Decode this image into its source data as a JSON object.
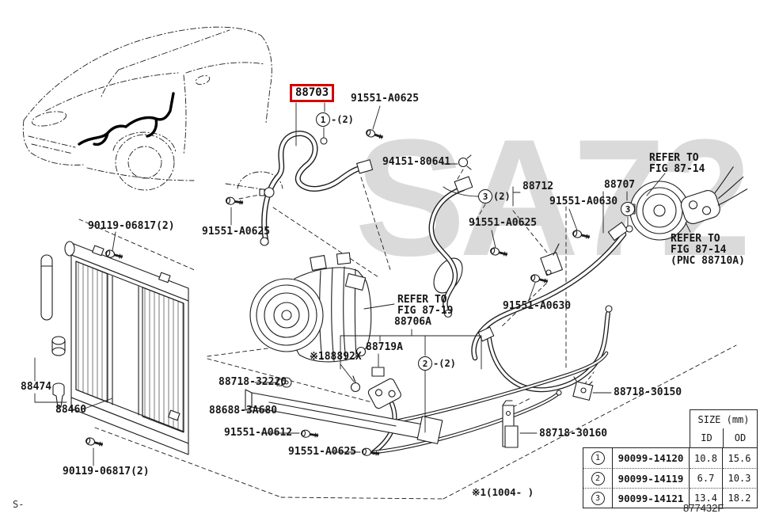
{
  "watermark": "SA72",
  "highlight": {
    "part": "88703"
  },
  "callouts": [
    {
      "num": "1",
      "suffix": "-(2)"
    },
    {
      "num": "3",
      "suffix": "(2)"
    },
    {
      "num": "3",
      "suffix": ""
    },
    {
      "num": "2",
      "suffix": "-(2)"
    }
  ],
  "labels": [
    "91551-A0625",
    "94151-80641",
    "88712",
    "88707",
    "REFER TO\nFIG 87-14",
    "91551-A0630",
    "91551-A0625",
    "REFER TO\nFIG 87-14\n(PNC 88710A)",
    "90119-06817(2)",
    "91551-A0625",
    "91551-A0630",
    "REFER TO\nFIG 87-19",
    "88706A",
    "88719A",
    "※188892X",
    "88474",
    "88460",
    "88718-32220",
    "88688-3A680",
    "91551-A0612",
    "91551-A0625",
    "88718-30150",
    "88718-30160",
    "90119-06817(2)"
  ],
  "table": {
    "size_header": "SIZE (mm)",
    "col_id": "ID",
    "col_od": "OD",
    "rows": [
      {
        "num": "1",
        "part": "90099-14120",
        "id": "10.8",
        "od": "15.6"
      },
      {
        "num": "2",
        "part": "90099-14119",
        "id": "6.7",
        "od": "10.3"
      },
      {
        "num": "3",
        "part": "90099-14121",
        "id": "13.4",
        "od": "18.2"
      }
    ]
  },
  "footer": {
    "diagram_code": "877432F",
    "corner_mark": "S-",
    "note": "※1(1004-   )"
  }
}
